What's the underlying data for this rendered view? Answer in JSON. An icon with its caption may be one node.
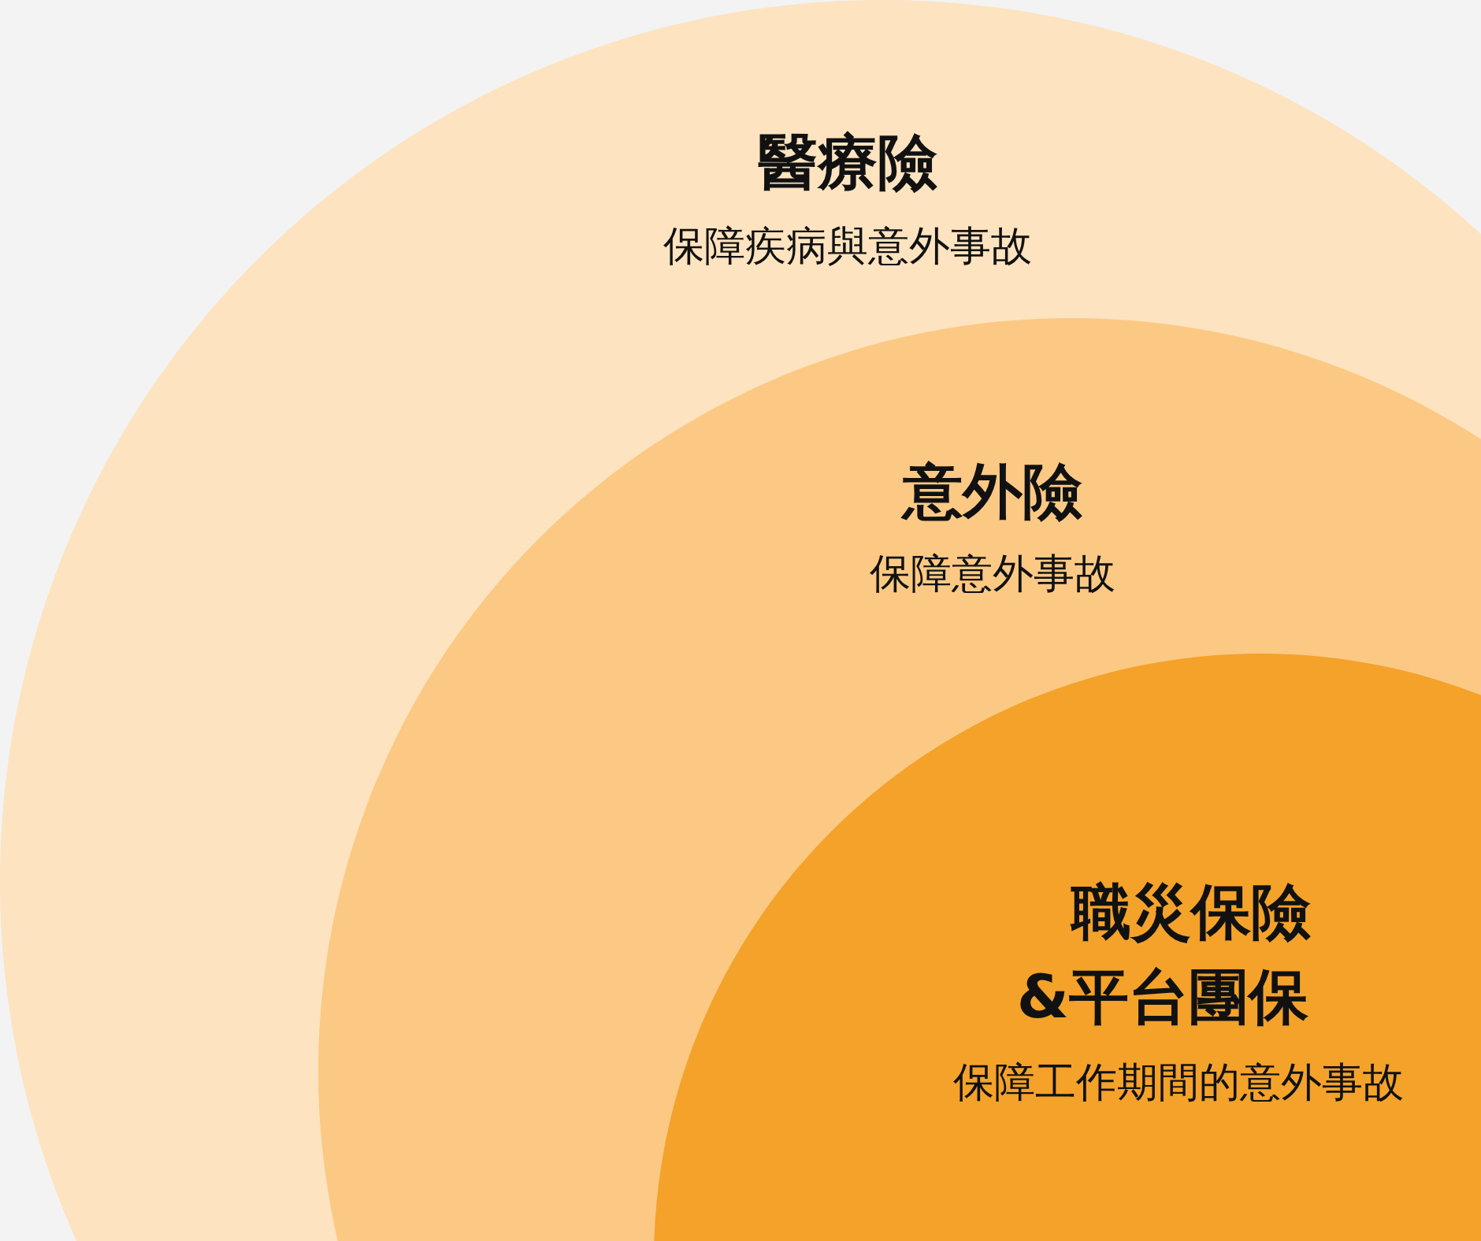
{
  "diagram": {
    "nodes": [
      {
        "text": [
          "醫療險",
          "保障疾病與意外事故"
        ]
      },
      {
        "text": [
          "意外險",
          "保障意外事故"
        ],
        "in": 0
      },
      {
        "text": [
          "職災保險&平台團保",
          "保障工作期間的意外事故"
        ],
        "in": 1
      }
    ]
  }
}
